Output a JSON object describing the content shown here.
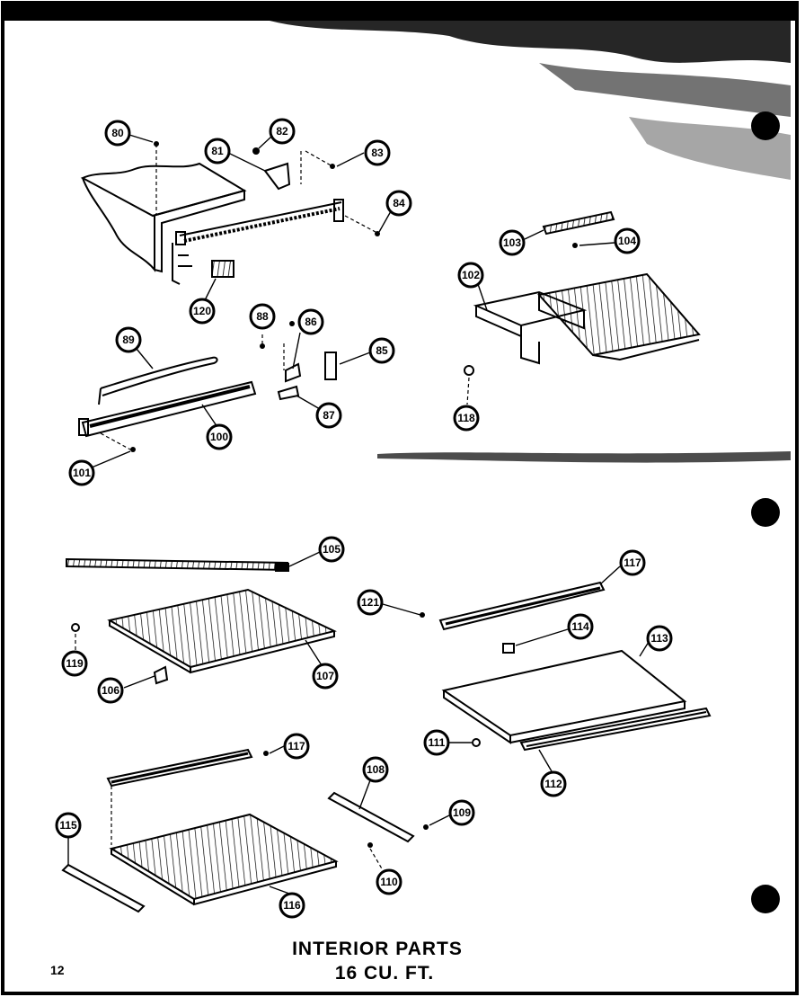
{
  "title": {
    "line1": "INTERIOR PARTS",
    "line2": "16 CU. FT."
  },
  "page_number": "12",
  "callouts": {
    "c80": "80",
    "c81": "81",
    "c82": "82",
    "c83": "83",
    "c84": "84",
    "c85": "85",
    "c86": "86",
    "c87": "87",
    "c88": "88",
    "c89": "89",
    "c100": "100",
    "c101": "101",
    "c102": "102",
    "c103": "103",
    "c104": "104",
    "c105": "105",
    "c106": "106",
    "c107": "107",
    "c108": "108",
    "c109": "109",
    "c110": "110",
    "c111": "111",
    "c112": "112",
    "c113": "113",
    "c114": "114",
    "c115": "115",
    "c116": "116",
    "c117a": "117",
    "c117b": "117",
    "c118": "118",
    "c119": "119",
    "c120": "120",
    "c121": "121"
  },
  "colors": {
    "ink": "#000000",
    "paper": "#ffffff"
  }
}
